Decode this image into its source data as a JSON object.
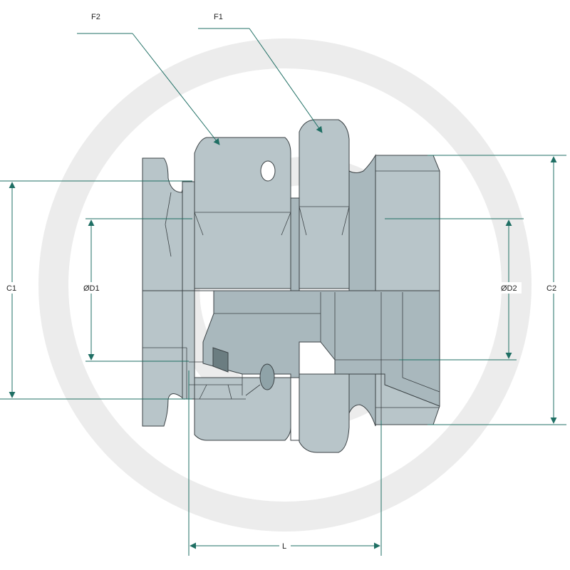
{
  "labels": {
    "f2": "F2",
    "f1": "F1",
    "c1": "C1",
    "c2": "C2",
    "d1": "ØD1",
    "d2": "ØD2",
    "l": "L"
  },
  "colors": {
    "body": "#b8c5c9",
    "body_dark": "#a9b8bd",
    "outline": "#3b4245",
    "dimension": "#1f6f64",
    "watermark": "#ececec"
  }
}
